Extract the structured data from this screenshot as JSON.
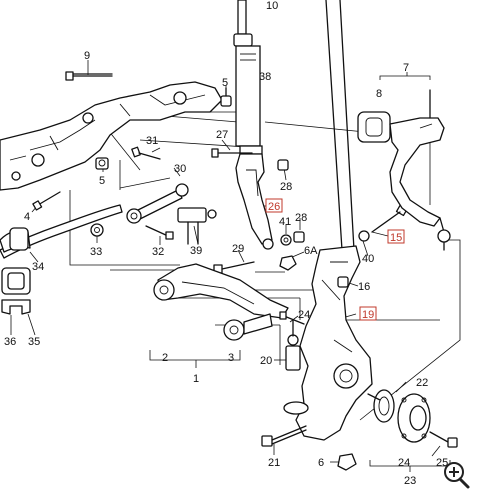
{
  "diagram": {
    "callouts": [
      {
        "id": "c10",
        "text": "10"
      },
      {
        "id": "c9",
        "text": "9"
      },
      {
        "id": "c5a",
        "text": "5"
      },
      {
        "id": "c38",
        "text": "38"
      },
      {
        "id": "c7",
        "text": "7"
      },
      {
        "id": "c8",
        "text": "8"
      },
      {
        "id": "c31",
        "text": "31"
      },
      {
        "id": "c27",
        "text": "27"
      },
      {
        "id": "c5b",
        "text": "5"
      },
      {
        "id": "c30",
        "text": "30"
      },
      {
        "id": "c28a",
        "text": "28"
      },
      {
        "id": "c4",
        "text": "4"
      },
      {
        "id": "c41",
        "text": "41"
      },
      {
        "id": "c28b",
        "text": "28"
      },
      {
        "id": "c33",
        "text": "33"
      },
      {
        "id": "c32",
        "text": "32"
      },
      {
        "id": "c39",
        "text": "39"
      },
      {
        "id": "c29",
        "text": "29"
      },
      {
        "id": "c6a",
        "text": "6A"
      },
      {
        "id": "c40",
        "text": "40"
      },
      {
        "id": "c34",
        "text": "34"
      },
      {
        "id": "c16",
        "text": "16"
      },
      {
        "id": "c24a",
        "text": "24"
      },
      {
        "id": "c36",
        "text": "36"
      },
      {
        "id": "c35",
        "text": "35"
      },
      {
        "id": "c2",
        "text": "2"
      },
      {
        "id": "c3",
        "text": "3"
      },
      {
        "id": "c20",
        "text": "20"
      },
      {
        "id": "c1",
        "text": "1"
      },
      {
        "id": "c22",
        "text": "22"
      },
      {
        "id": "c21",
        "text": "21"
      },
      {
        "id": "c6b",
        "text": "6"
      },
      {
        "id": "c24b",
        "text": "24"
      },
      {
        "id": "c25",
        "text": "25"
      },
      {
        "id": "c23",
        "text": "23"
      }
    ],
    "boxed_callouts": [
      {
        "id": "b26",
        "text": "26"
      },
      {
        "id": "b15",
        "text": "15"
      },
      {
        "id": "b19",
        "text": "19"
      }
    ]
  },
  "toolbar": {
    "zoom_icon": "zoom-in-icon"
  }
}
